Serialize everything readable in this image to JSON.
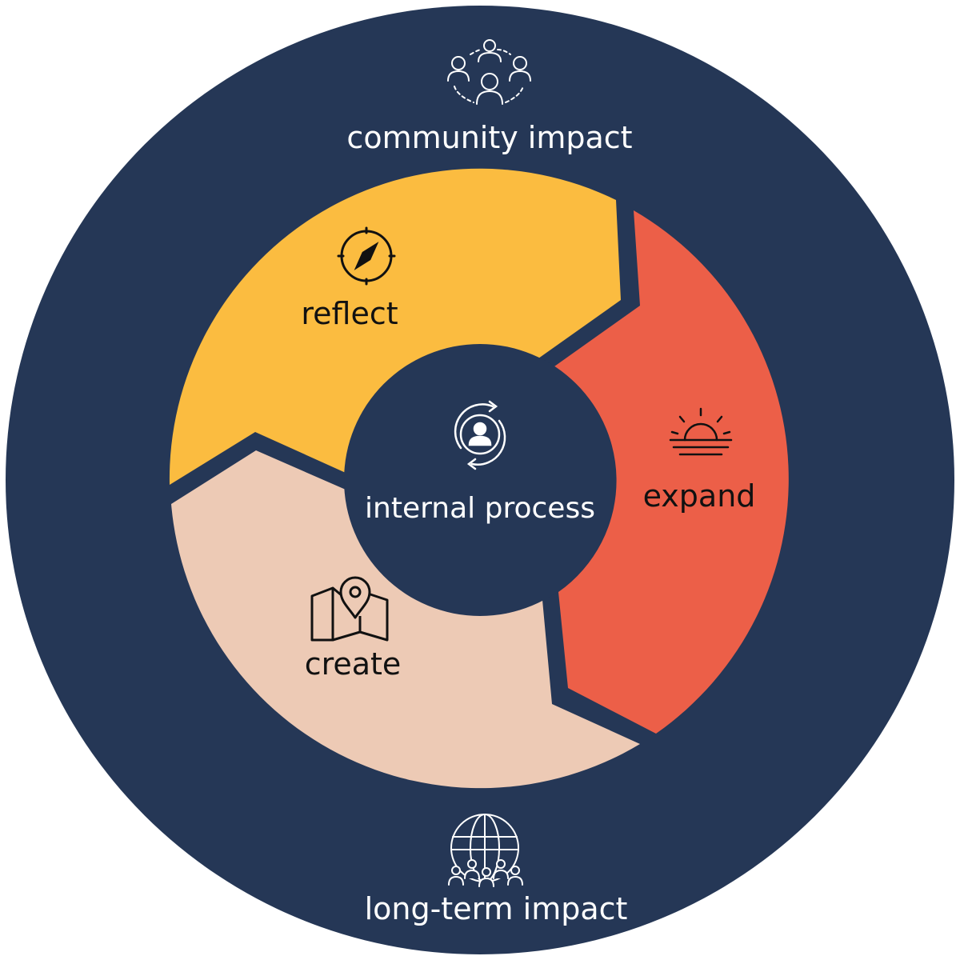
{
  "colors": {
    "navy": "#253756",
    "yellow": "#FBBC40",
    "red": "#EC5F48",
    "peach": "#EDCAB5",
    "white": "#FFFFFF",
    "dark": "#111111"
  },
  "outer": {
    "top_label": "community impact",
    "top_icon": "community-network-icon",
    "bottom_label": "long-term impact",
    "bottom_icon": "globe-people-icon"
  },
  "center": {
    "label": "internal process",
    "icon": "person-cycle-icon"
  },
  "segments": [
    {
      "key": "reflect",
      "label": "reflect",
      "icon": "compass-icon",
      "color": "#FBBC40"
    },
    {
      "key": "expand",
      "label": "expand",
      "icon": "sunset-icon",
      "color": "#EC5F48"
    },
    {
      "key": "create",
      "label": "create",
      "icon": "map-pin-icon",
      "color": "#EDCAB5"
    }
  ]
}
